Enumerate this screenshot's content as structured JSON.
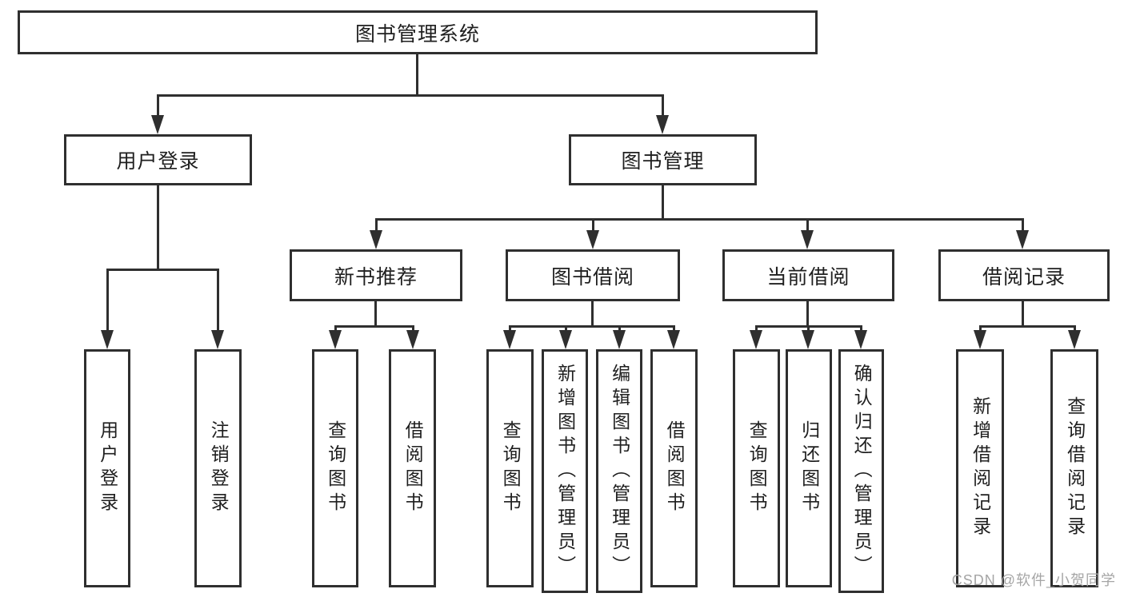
{
  "diagram": {
    "title": "图书管理系统",
    "level2": {
      "user_login": "用户登录",
      "book_management": "图书管理"
    },
    "level3": {
      "new_book_recommend": "新书推荐",
      "book_borrow": "图书借阅",
      "current_borrow": "当前借阅",
      "borrow_records": "借阅记录"
    },
    "leaves": {
      "user_login": "用户登录",
      "logout": "注销登录",
      "rec_query_books": "查询图书",
      "rec_borrow_books": "借阅图书",
      "bb_query_books": "查询图书",
      "bb_add_books": "新增图书（管理员）",
      "bb_edit_books": "编辑图书（管理员）",
      "bb_borrow_books": "借阅图书",
      "cb_query_books": "查询图书",
      "cb_return_books": "归还图书",
      "cb_confirm_return": "确认归还（管理员）",
      "br_add_record": "新增借阅记录",
      "br_query_record": "查询借阅记录"
    }
  },
  "watermark": "CSDN @软件_小贺同学",
  "colors": {
    "line": "#2f2f2f",
    "text": "#1f1f1f",
    "watermark": "#a5a5a5",
    "background": "#ffffff"
  }
}
